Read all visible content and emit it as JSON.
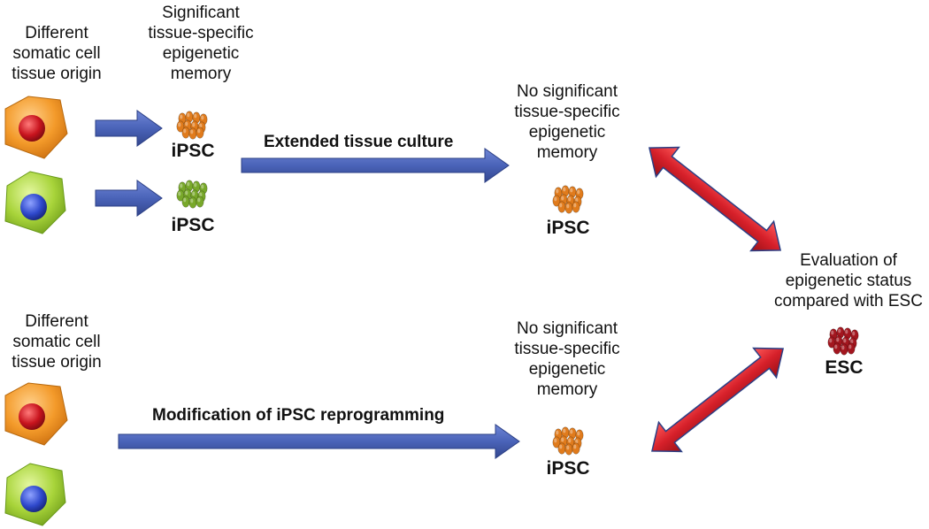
{
  "colors": {
    "blue_arrow": "#4a63b8",
    "red_arrow": "#d6202a",
    "orange_cell": "#f08a1c",
    "green_cell": "#9ccc32",
    "red_nucleus": "#c1121f",
    "blue_nucleus": "#2d46c8",
    "orange_ipsc": "#e07b1c",
    "green_ipsc": "#78a82a",
    "esc_cluster": "#a3161f"
  },
  "text": {
    "top_left_origin": "Different\nsomatic cell\ntissue origin",
    "top_memory": "Significant\ntissue-specific\nepigenetic\nmemory",
    "top_right_memory": "No significant\ntissue-specific\nepigenetic\nmemory",
    "evaluation": "Evaluation of\nepigenetic status\ncompared with ESC",
    "bottom_left_origin": "Different\nsomatic cell\ntissue origin",
    "bottom_right_memory": "No significant\ntissue-specific\nepigenetic\nmemory",
    "extended_culture": "Extended tissue culture",
    "modification": "Modification of iPSC reprogramming",
    "ipsc_orange_top": "iPSC",
    "ipsc_green_top": "iPSC",
    "ipsc_right_top": "iPSC",
    "ipsc_right_bottom": "iPSC",
    "esc": "ESC"
  },
  "icons": {
    "somatic_cell_orange": "pentagon-cell-red-nucleus",
    "somatic_cell_green": "pentagon-cell-blue-nucleus",
    "ipsc_cluster": "cell-cluster",
    "esc_cluster": "cell-cluster"
  }
}
